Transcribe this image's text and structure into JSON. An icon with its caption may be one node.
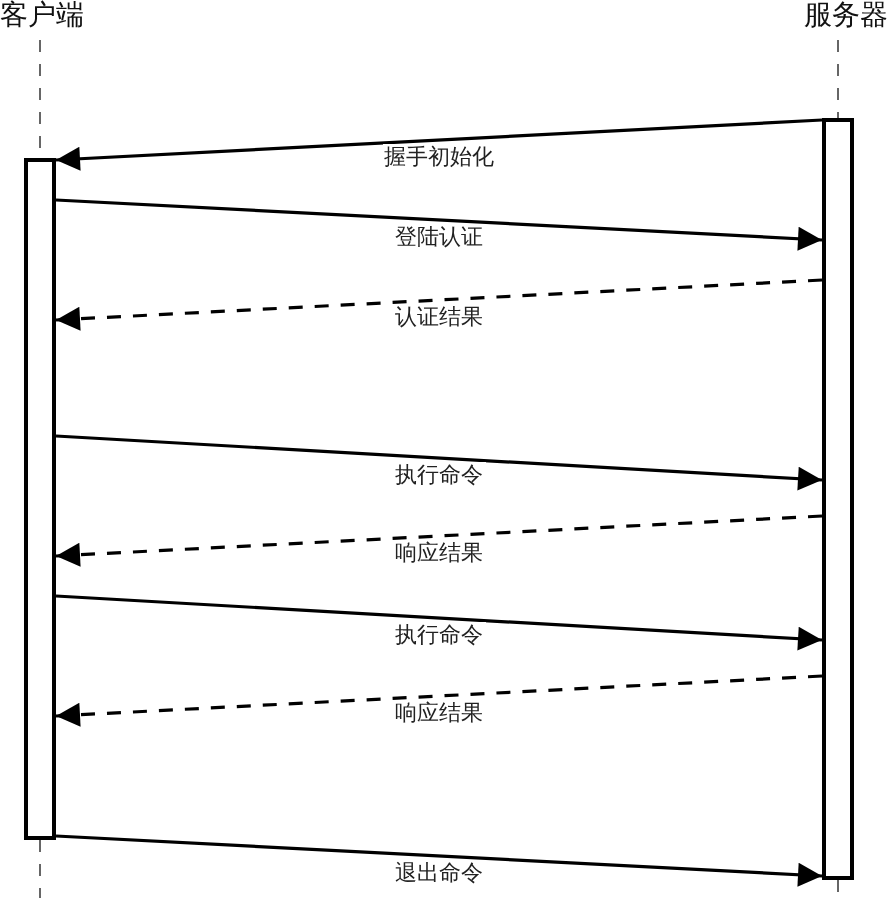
{
  "diagram": {
    "nodes": [
      {
        "text": [
          "客户端"
        ]
      },
      {
        "text": [
          "服务器"
        ]
      },
      {
        "text": [],
        "shape": "box"
      },
      {
        "text": [],
        "shape": "box"
      }
    ],
    "edges": [
      {
        "from": 0,
        "to": 2,
        "arrow": "none",
        "style": "dashed",
        "color": "#666666"
      },
      {
        "from": 1,
        "to": 3,
        "arrow": "none",
        "style": "dashed",
        "color": "#666666"
      },
      {
        "from": 2,
        "to": null,
        "arrow": "none",
        "style": "dashed",
        "color": "#666666"
      },
      {
        "from": 3,
        "to": null,
        "arrow": "none",
        "style": "dashed",
        "color": "#666666"
      },
      {
        "from": 3,
        "to": 2,
        "arrow": "to",
        "label": "握手初始化"
      },
      {
        "from": 2,
        "to": 3,
        "arrow": "to",
        "label": "登陆认证"
      },
      {
        "from": 3,
        "to": 2,
        "arrow": "to",
        "label": "认证结果",
        "style": "dashed"
      },
      {
        "from": 2,
        "to": 3,
        "arrow": "to",
        "label": "执行命令"
      },
      {
        "from": 3,
        "to": 2,
        "arrow": "to",
        "label": "响应结果",
        "style": "dashed"
      },
      {
        "from": 2,
        "to": 3,
        "arrow": "to",
        "label": "执行命令"
      },
      {
        "from": 3,
        "to": 2,
        "arrow": "to",
        "label": "响应结果",
        "style": "dashed"
      },
      {
        "from": 2,
        "to": 3,
        "arrow": "to",
        "label": "退出命令"
      }
    ]
  }
}
